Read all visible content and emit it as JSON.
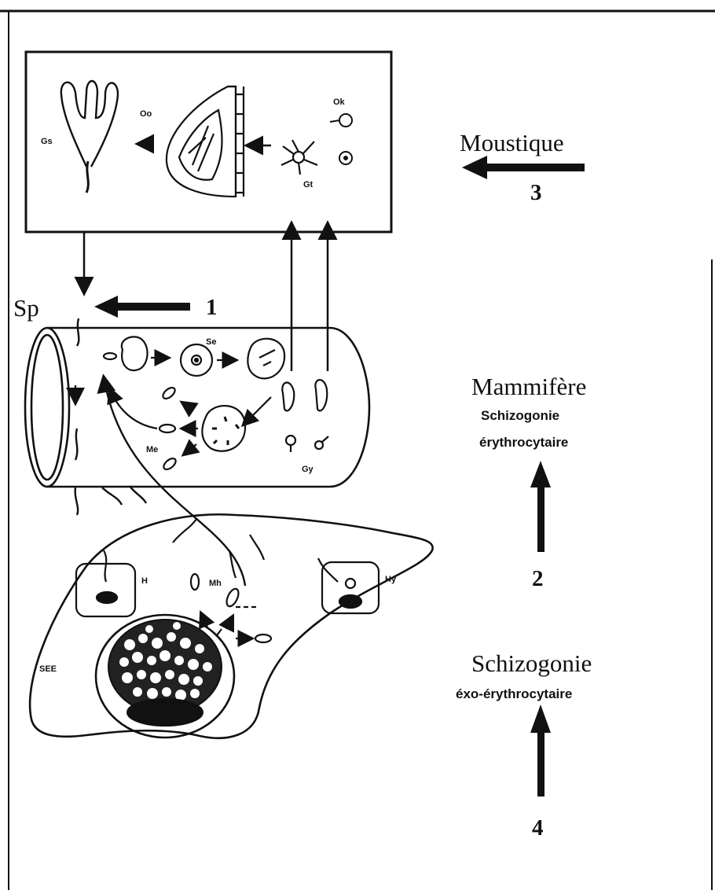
{
  "labels": {
    "moustique": "Moustique",
    "mammifere": "Mammifère",
    "schizo_ery_1": "Schizogonie",
    "schizo_ery_2": "érythrocytaire",
    "schizo_exo_1": "Schizogonie",
    "schizo_exo_2": "éxo-érythrocytaire",
    "sp": "Sp",
    "step1": "1",
    "step2": "2",
    "step3": "3",
    "step4": "4"
  },
  "abbreviations": {
    "gs": "Gs",
    "oo": "Oo",
    "ok": "Ok",
    "gt": "Gt",
    "se": "Se",
    "me": "Me",
    "gy": "Gy",
    "h": "H",
    "mh": "Mh",
    "hy": "Hy",
    "see": "SEE"
  }
}
